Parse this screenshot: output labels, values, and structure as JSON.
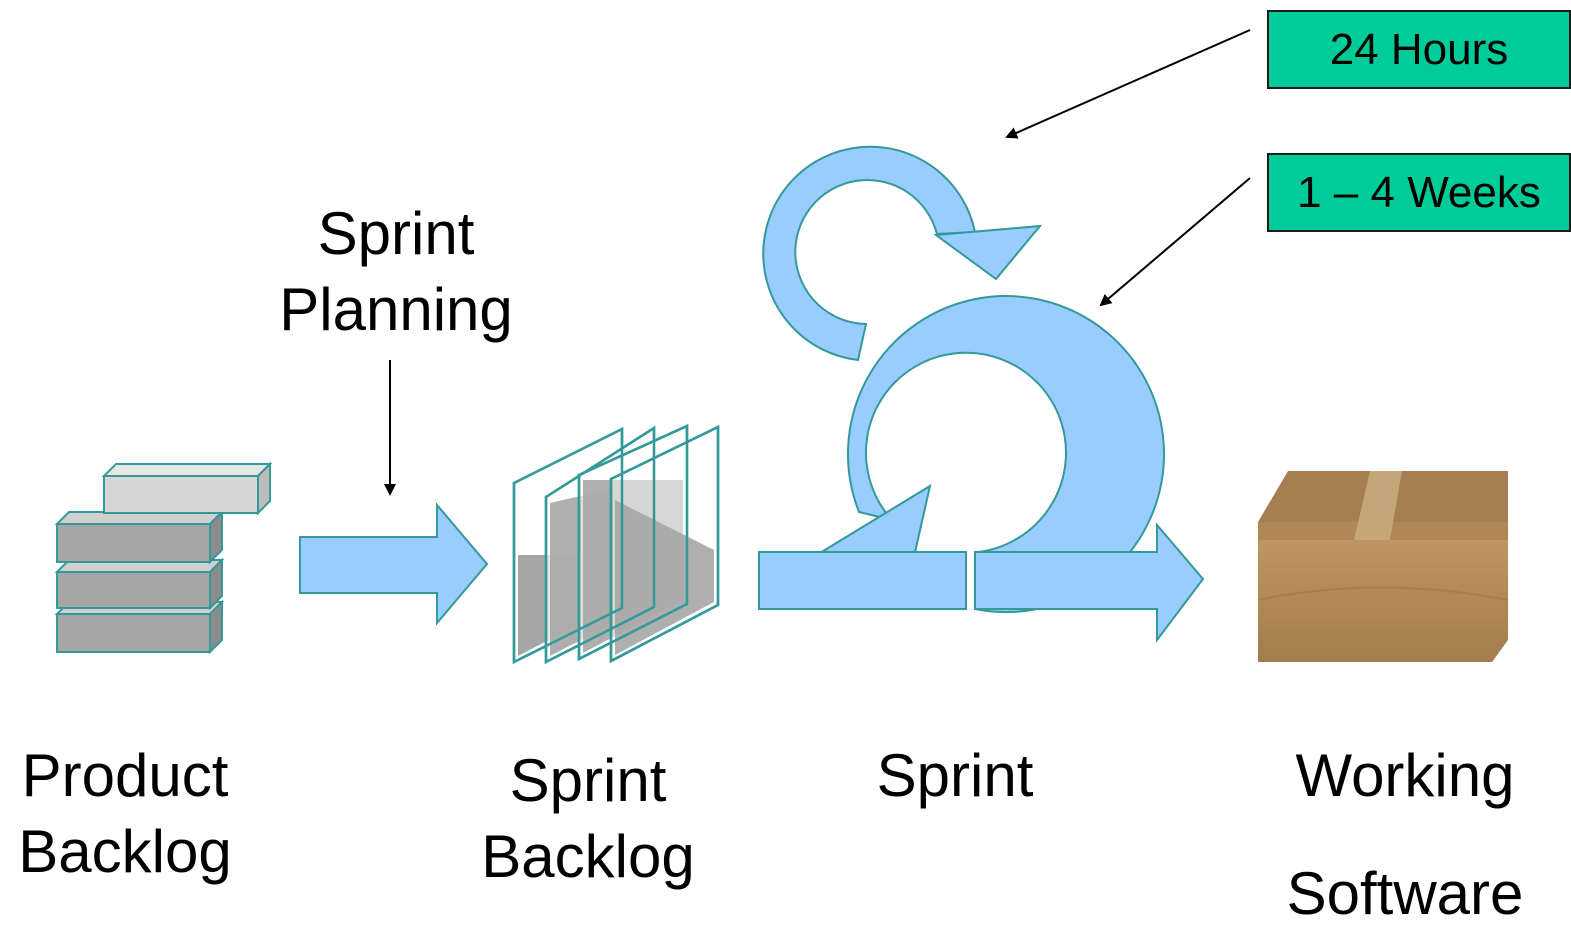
{
  "labels": {
    "sprint_planning": [
      "Sprint",
      "Planning"
    ],
    "product_backlog": [
      "Product",
      "Backlog"
    ],
    "sprint_backlog": [
      "Sprint",
      "Backlog"
    ],
    "sprint": "Sprint",
    "working_software": [
      "Working",
      "Software"
    ]
  },
  "callouts": {
    "daily": "24 Hours",
    "sprint_length": "1 – 4 Weeks"
  },
  "colors": {
    "callout_fill": "#00cc99",
    "arrow_fill": "#99ccff",
    "arrow_stroke": "#339999",
    "block_fill": "#a6a6a6",
    "box_fill": "#b08a5a"
  }
}
